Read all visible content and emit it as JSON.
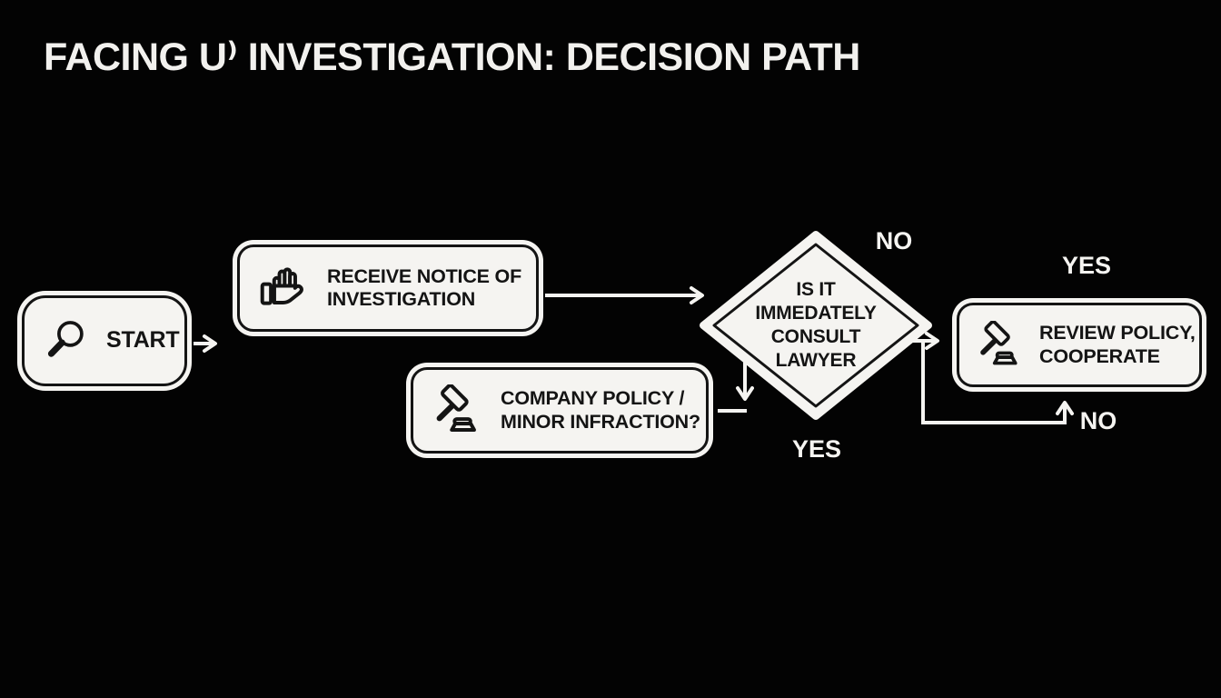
{
  "title": "FACING U⁾ INVESTIGATION: DECISION PATH",
  "flowchart": {
    "nodes": {
      "start": {
        "label": "START",
        "icon": "magnifier-icon",
        "shape": "rounded-rect"
      },
      "receive_notice": {
        "label": "RECEIVE NOTICE OF INVESTIGATION",
        "icon": "raised-hand-icon",
        "shape": "rounded-rect"
      },
      "company_policy": {
        "label": "COMPANY POLICY / MINOR INFRACTION?",
        "icon": "gavel-icon",
        "shape": "rounded-rect"
      },
      "decision": {
        "label": "IS IT IMMEDATELY CONSULT LAWYER",
        "shape": "diamond"
      },
      "review": {
        "label": "REVIEW POLICY, COOPERATE",
        "icon": "gavel-icon",
        "shape": "rounded-rect"
      }
    },
    "edge_labels": {
      "no_top": "NO",
      "yes_top": "YES",
      "yes_bottom": "YES",
      "no_right": "NO"
    }
  },
  "colors": {
    "background": "#030303",
    "node_fill": "#f5f4f1",
    "node_border": "#141414",
    "text_dark": "#141414",
    "text_light": "#f5f4f1"
  }
}
